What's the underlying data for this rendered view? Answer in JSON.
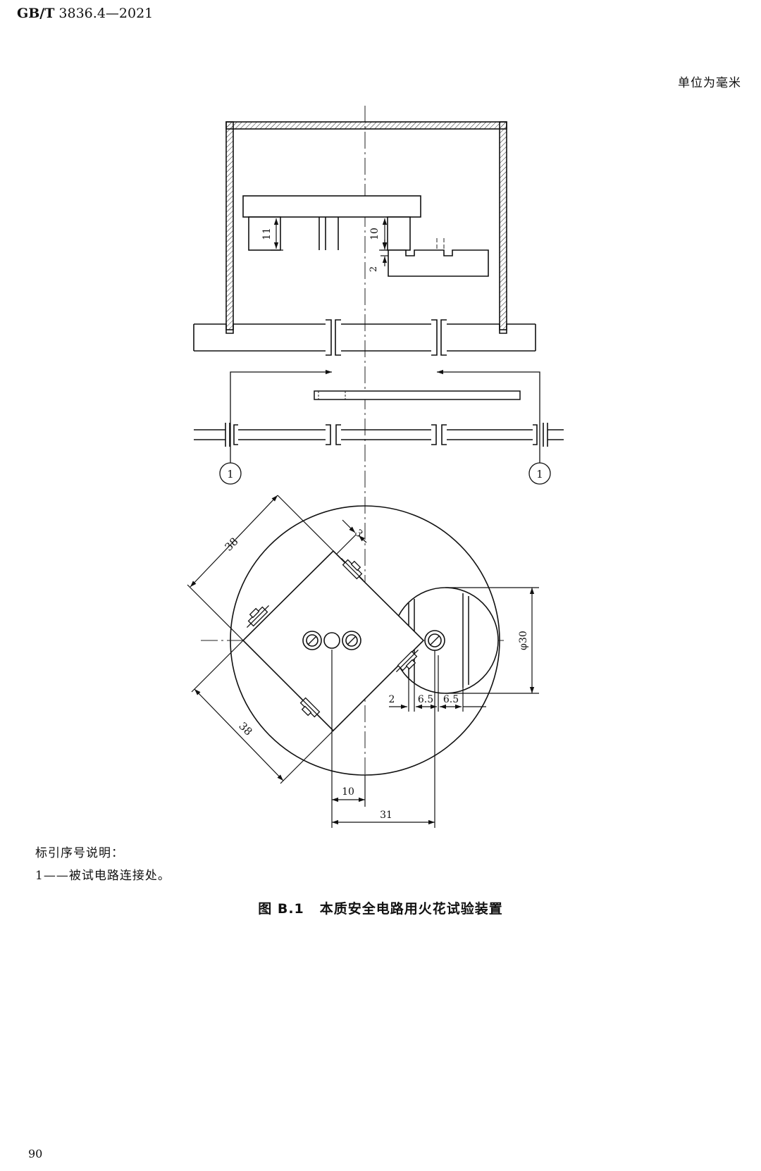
{
  "header": {
    "standard_prefix": "GB/T",
    "standard_number": "3836.4—2021"
  },
  "unit_note": "单位为毫米",
  "drawing": {
    "dims": {
      "d11": "11",
      "d10": "10",
      "d2_top": "2",
      "d3": "3",
      "d38_upper": "38",
      "d38_lower": "38",
      "phi30": "φ30",
      "d2": "2",
      "d6_5_a": "6.5",
      "d6_5_b": "6.5",
      "d10_bottom": "10",
      "d31": "31"
    },
    "callouts": [
      "1",
      "1"
    ]
  },
  "legend": {
    "title": "标引序号说明：",
    "item": "1——被试电路连接处。"
  },
  "caption": {
    "figure_no": "图 B.1",
    "title": "本质安全电路用火花试验装置"
  },
  "page_number": "90"
}
